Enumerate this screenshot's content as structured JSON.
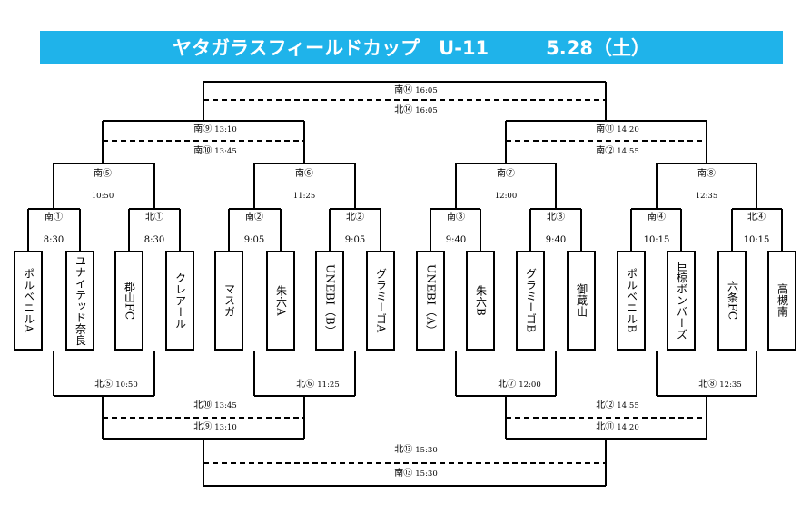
{
  "title": "ヤタガラスフィールドカップ　U-11　　　5.28（土）",
  "teams": [
    "ポルベニルA",
    "ユナイテッド奈良",
    "郡山FC",
    "クレアール",
    "マスガ",
    "朱六A",
    "UNEBI（B）",
    "グラミーゴA",
    "UNEBI（A）",
    "朱六B",
    "グラミーゴB",
    "御蔵山",
    "ポルベニルB",
    "巨椋ボンバーズ",
    "六条FC",
    "高槻南"
  ],
  "r1": [
    {
      "top": "南①",
      "time": "8:30",
      "bottom": ""
    },
    {
      "top": "北①",
      "time": "8:30",
      "bottom": ""
    },
    {
      "top": "南②",
      "time": "9:05",
      "bottom": ""
    },
    {
      "top": "北②",
      "time": "9:05",
      "bottom": ""
    },
    {
      "top": "南③",
      "time": "9:40",
      "bottom": ""
    },
    {
      "top": "北③",
      "time": "9:40",
      "bottom": ""
    },
    {
      "top": "南④",
      "time": "10:15",
      "bottom": ""
    },
    {
      "top": "北④",
      "time": "10:15",
      "bottom": ""
    }
  ],
  "r2": [
    {
      "top": "南⑤",
      "time": "10:50",
      "bottom": "北⑤",
      "bottom_time": "10:50"
    },
    {
      "top": "南⑥",
      "time": "11:25",
      "bottom": "北⑥",
      "bottom_time": "11:25"
    },
    {
      "top": "南⑦",
      "time": "12:00",
      "bottom": "北⑦",
      "bottom_time": "12:00"
    },
    {
      "top": "南⑧",
      "time": "12:35",
      "bottom": "北⑧",
      "bottom_time": "12:35"
    }
  ],
  "r3": [
    {
      "a": "南⑨",
      "a_time": "13:10",
      "b": "南⑩",
      "b_time": "13:45",
      "c": "北⑩",
      "c_time": "13:45",
      "d": "北⑨",
      "d_time": "13:10"
    },
    {
      "a": "南⑪",
      "a_time": "14:20",
      "b": "南⑫",
      "b_time": "14:55",
      "c": "北⑫",
      "c_time": "14:55",
      "d": "北⑪",
      "d_time": "14:20"
    }
  ],
  "final": {
    "a": "南⑭",
    "a_time": "16:05",
    "b": "北⑭",
    "b_time": "16:05",
    "c": "北⑬",
    "c_time": "15:30",
    "d": "南⑬",
    "d_time": "15:30"
  }
}
